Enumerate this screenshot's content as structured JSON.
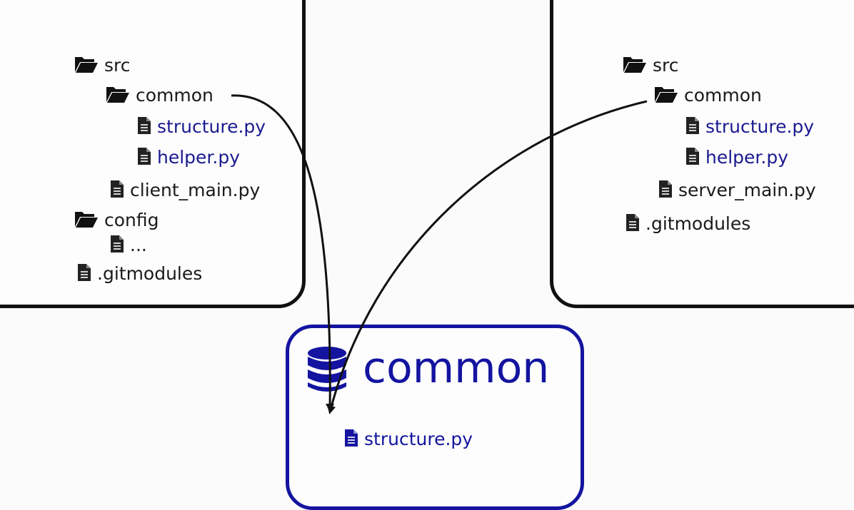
{
  "client_repo": {
    "title": "",
    "tree": {
      "src": "src",
      "common": "common",
      "structure": "structure.py",
      "helper": "helper.py",
      "client_main": "client_main.py",
      "config": "config",
      "ellipsis": "...",
      "gitmodules": ".gitmodules"
    }
  },
  "server_repo": {
    "title": "",
    "tree": {
      "src": "src",
      "common": "common",
      "structure": "structure.py",
      "helper": "helper.py",
      "server_main": "server_main.py",
      "gitmodules": ".gitmodules"
    }
  },
  "common_repo": {
    "title": "common",
    "tree": {
      "structure": "structure.py"
    }
  },
  "colors": {
    "link": "#1a1a8f",
    "submodule": "#1414a0",
    "outline": "#111111"
  },
  "icons": {
    "folder": "folder-open-icon",
    "file": "file-icon",
    "database": "database-icon"
  }
}
